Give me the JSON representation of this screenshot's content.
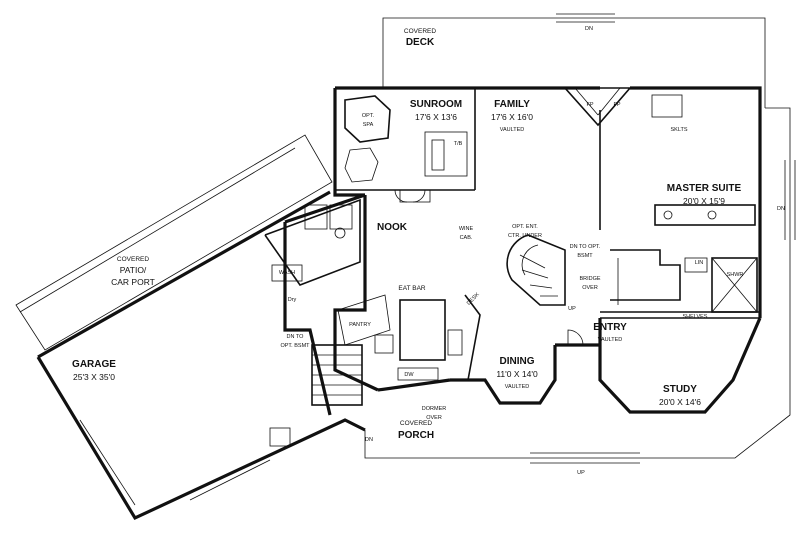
{
  "rooms": {
    "covered_deck": {
      "line1": "COVERED",
      "line2": "DECK"
    },
    "sunroom": {
      "name": "SUNROOM",
      "size": "17'6 X 13'6"
    },
    "opt_spa": {
      "line1": "OPT.",
      "line2": "SPA"
    },
    "family": {
      "name": "FAMILY",
      "size": "17'6 X 16'0",
      "note": "VAULTED"
    },
    "master_suite": {
      "name": "MASTER SUITE",
      "size": "20'0 X 15'9"
    },
    "nook": {
      "name": "NOOK"
    },
    "wine_cab": {
      "line1": "WINE",
      "line2": "CAB."
    },
    "patio": {
      "line1": "COVERED",
      "line2": "PATIO/",
      "line3": "CAR PORT"
    },
    "garage": {
      "name": "GARAGE",
      "size": "25'3 X 35'0"
    },
    "eat_bar": {
      "name": "EAT BAR"
    },
    "desk": {
      "name": "DESK"
    },
    "pantry": {
      "name": "PANTRY"
    },
    "entry": {
      "name": "ENTRY",
      "note": "VAULTED"
    },
    "dining": {
      "name": "DINING",
      "size": "11'0 X 14'0",
      "note": "VAULTED"
    },
    "study": {
      "name": "STUDY",
      "size": "20'0 X 14'6"
    },
    "covered_porch": {
      "line1": "COVERED",
      "line2": "PORCH"
    },
    "dormer": {
      "line1": "DORMER",
      "line2": "OVER"
    }
  },
  "notes": {
    "opt_ent": {
      "line1": "OPT. ENT.",
      "line2": "CTR. UNDER"
    },
    "dn_bsmt_right": {
      "line1": "DN TO OPT.",
      "line2": "BSMT"
    },
    "bridge": {
      "line1": "BRIDGE",
      "line2": "OVER"
    },
    "up_stair": "UP",
    "dn_bsmt_left": {
      "line1": "DN TO",
      "line2": "OPT. BSMT"
    },
    "dn_top": "DN",
    "dn_right": "DN",
    "dn_porch": "DN",
    "up_bottom": "UP",
    "shelves": "SHELVES",
    "fp1": "FP",
    "fp2": "FP",
    "sklts": "SKLTS",
    "lin": "LIN",
    "shwr": "SHWR",
    "dry": "Dry",
    "dw": "DW",
    "wash": "WASH",
    "tb": "T/B"
  }
}
